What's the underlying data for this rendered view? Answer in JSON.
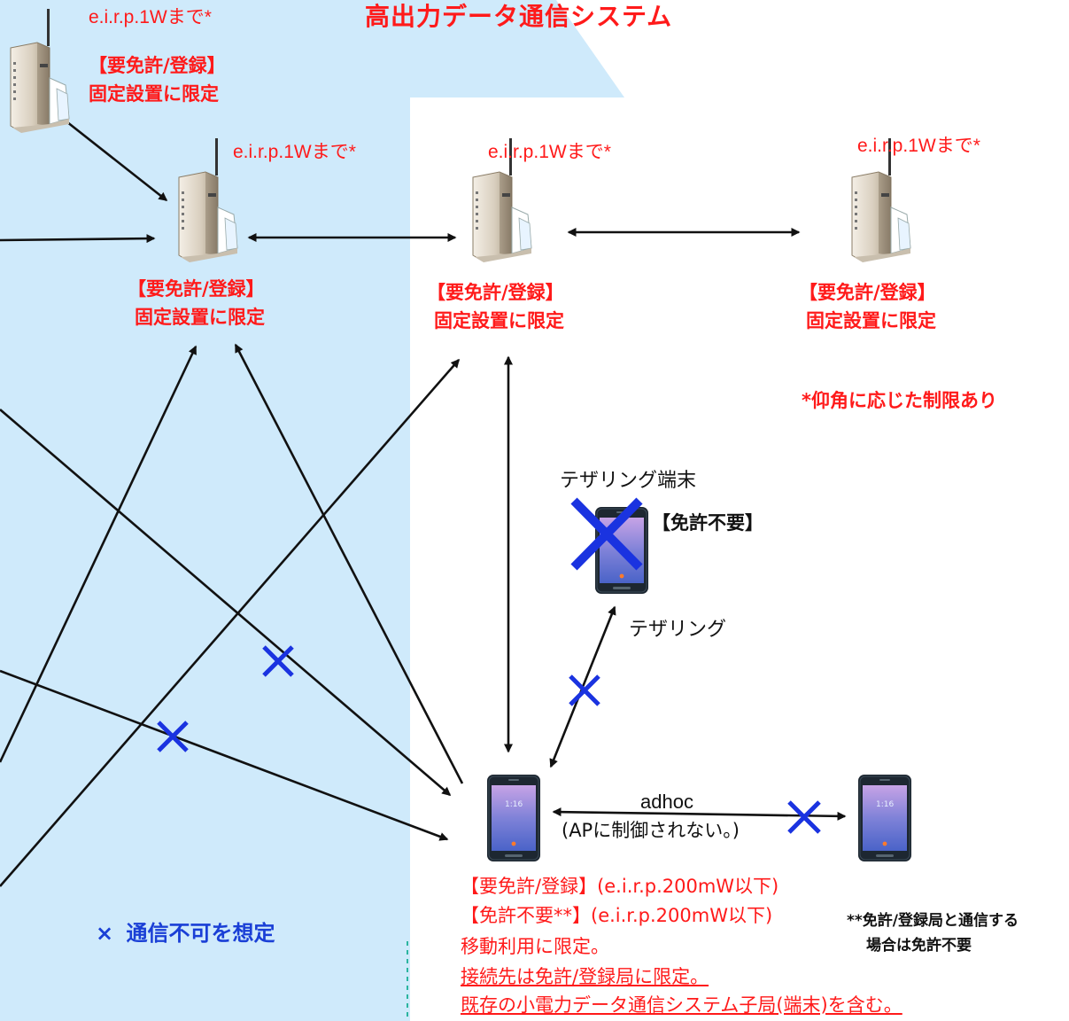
{
  "title": "高出力データ通信システム",
  "colors": {
    "zone_bg": "#cfeafb",
    "text_red": "#ff1a1a",
    "cross_blue": "#1a33e0",
    "arrow": "#111111",
    "dashed_line": "#2ab5a0"
  },
  "access_points": [
    {
      "eirp": "e.i.r.p.1Wまで*",
      "license": "【要免許/登録】",
      "restriction": "固定設置に限定",
      "icon": "router-icon"
    },
    {
      "eirp": "e.i.r.p.1Wまで*",
      "license": "【要免許/登録】",
      "restriction": "固定設置に限定",
      "icon": "router-icon"
    },
    {
      "eirp": "e.i.r.p.1Wまで*",
      "license": "【要免許/登録】",
      "restriction": "固定設置に限定",
      "icon": "router-icon"
    },
    {
      "eirp": "e.i.r.p.1Wまで*",
      "license": "【要免許/登録】",
      "restriction": "固定設置に限定",
      "icon": "router-icon"
    }
  ],
  "elevation_note": "*仰角に応じた制限あり",
  "tethering_terminal": {
    "label": "テザリング端末",
    "license": "【免許不要】",
    "link_label": "テザリング",
    "icon": "smartphone-icon"
  },
  "adhoc": {
    "label": "adhoc",
    "sublabel": "(APに制御されない。)"
  },
  "station": {
    "line1": "【要免許/登録】(e.i.r.p.200mW以下)",
    "line2": "【免許不要**】(e.i.r.p.200mW以下)",
    "line3": "移動利用に限定。",
    "line4": "接続先は免許/登録局に限定。",
    "line5": "既存の小電力データ通信システム子局(端末)を含む。"
  },
  "footnote": {
    "line1": "**免許/登録局と通信する",
    "line2": "場合は免許不要"
  },
  "legend": {
    "symbol": "×",
    "text": "通信不可を想定"
  },
  "phone_screen_text": "1:16"
}
